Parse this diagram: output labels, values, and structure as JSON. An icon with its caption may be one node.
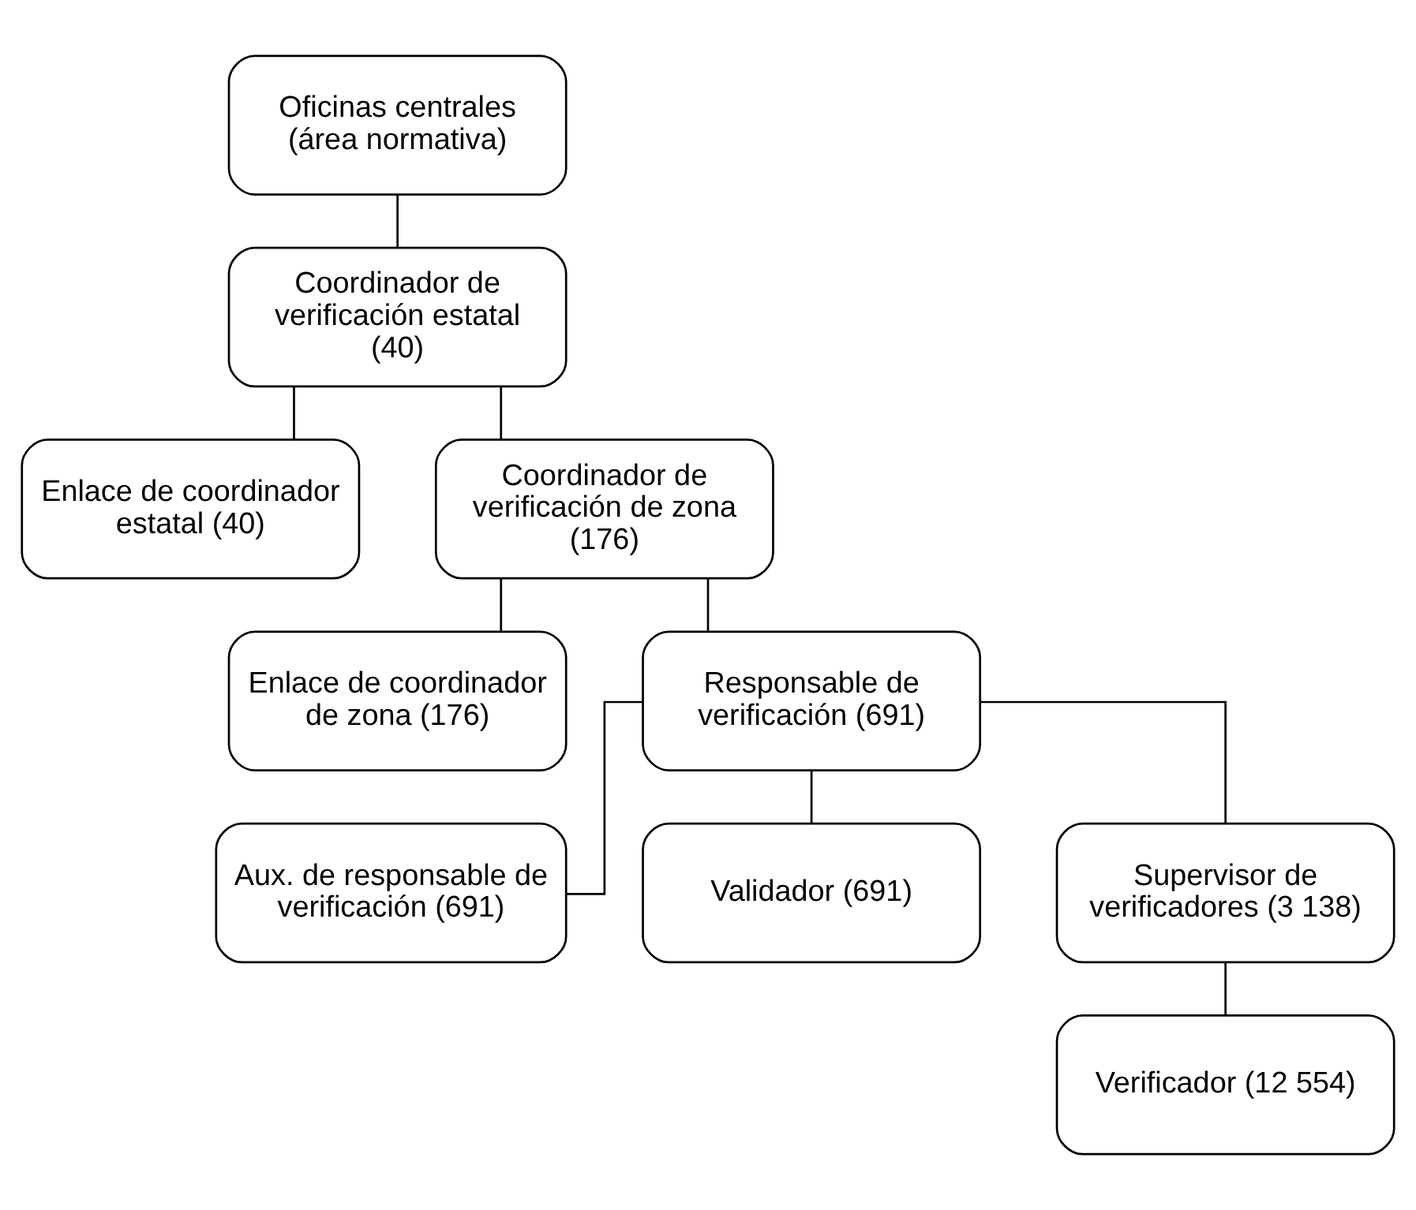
{
  "diagram": {
    "nodes": [
      {
        "text": [
          "Oficinas centrales (área normativa)"
        ]
      },
      {
        "text": [
          "Coordinador de verificación estatal (40)"
        ]
      },
      {
        "text": [
          "Enlace de coordinador estatal (40)"
        ]
      },
      {
        "text": [
          "Coordinador de verificación de zona (176)"
        ]
      },
      {
        "text": [
          "Enlace de coordinador de zona (176)"
        ]
      },
      {
        "text": [
          "Responsable de verificación (691)"
        ]
      },
      {
        "text": [
          "Aux. de responsable de verificación (691)"
        ]
      },
      {
        "text": [
          "Validador (691)"
        ]
      },
      {
        "text": [
          "Supervisor de verificadores (3 138)"
        ]
      },
      {
        "text": [
          "Verificador (12 554)"
        ]
      }
    ],
    "edges": [
      {
        "from": 0,
        "to": 1,
        "arrow": "none"
      },
      {
        "from": 1,
        "to": 3,
        "arrow": "none"
      },
      {
        "from": 1,
        "to": 2,
        "arrow": "none"
      },
      {
        "from": 3,
        "to": 5,
        "arrow": "none"
      },
      {
        "from": 3,
        "to": 4,
        "arrow": "none"
      },
      {
        "from": 5,
        "to": 8,
        "arrow": "none"
      },
      {
        "from": 5,
        "to": 6,
        "arrow": "none"
      },
      {
        "from": 5,
        "to": 7,
        "arrow": "none"
      },
      {
        "from": 8,
        "to": 9,
        "arrow": "none"
      }
    ]
  }
}
